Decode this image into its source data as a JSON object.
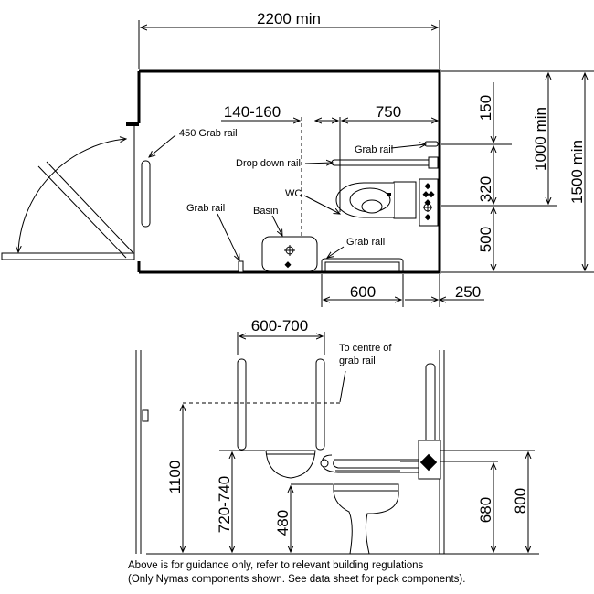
{
  "plan": {
    "dims": {
      "width_total": "2200 min",
      "basin_offset": "140-160",
      "wc_offset": "750",
      "top_150": "150",
      "v_1000": "1000 min",
      "v_1500": "1500 min",
      "v_320": "320",
      "v_500": "500",
      "bottom_600": "600",
      "bottom_250": "250"
    },
    "labels": {
      "grab_rail_450": "450 Grab rail",
      "grab_rail_top": "Grab rail",
      "drop_down_rail": "Drop down rail",
      "wc": "WC",
      "grab_rail_left": "Grab rail",
      "basin": "Basin",
      "grab_rail_bottom": "Grab rail"
    }
  },
  "elevation": {
    "dims": {
      "rail_spacing": "600-700",
      "h_1100": "1100",
      "h_720_740": "720-740",
      "h_480": "480",
      "h_680": "680",
      "h_800": "800"
    },
    "labels": {
      "centre_line1": "To centre of",
      "centre_line2": "grab rail"
    }
  },
  "notes": {
    "line1": "Above is for guidance only, refer to relevant building regulations",
    "line2": "(Only Nymas components shown. See data sheet for pack components)."
  }
}
